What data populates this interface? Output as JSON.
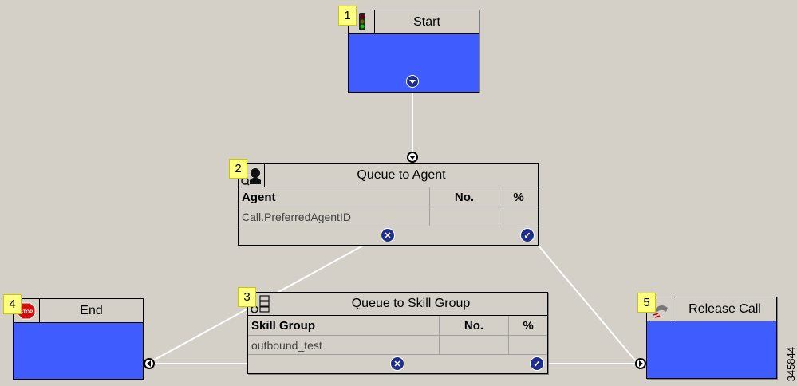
{
  "nodes": {
    "start": {
      "number": "1",
      "title": "Start"
    },
    "agent": {
      "number": "2",
      "title": "Queue to Agent",
      "columns": [
        "Agent",
        "No.",
        "%"
      ],
      "row": [
        "Call.PreferredAgentID",
        "",
        ""
      ]
    },
    "skill": {
      "number": "3",
      "title": "Queue to Skill Group",
      "columns": [
        "Skill Group",
        "No.",
        "%"
      ],
      "row": [
        "outbound_test",
        "",
        ""
      ]
    },
    "end": {
      "number": "4",
      "title": "End"
    },
    "release": {
      "number": "5",
      "title": "Release Call"
    }
  },
  "icons": {
    "start": "traffic-light-icon",
    "agent": "agent-icon",
    "skill": "skill-group-icon",
    "end": "stop-sign-icon",
    "release": "release-call-icon",
    "failure": "x-circle-icon",
    "success": "check-circle-icon"
  },
  "figure_id": "345844",
  "colors": {
    "canvas": "#d4d0c8",
    "node_body": "#3f5cff",
    "badge": "#ffff80",
    "connector": "#ffffff",
    "port": "#1e2f8a"
  }
}
